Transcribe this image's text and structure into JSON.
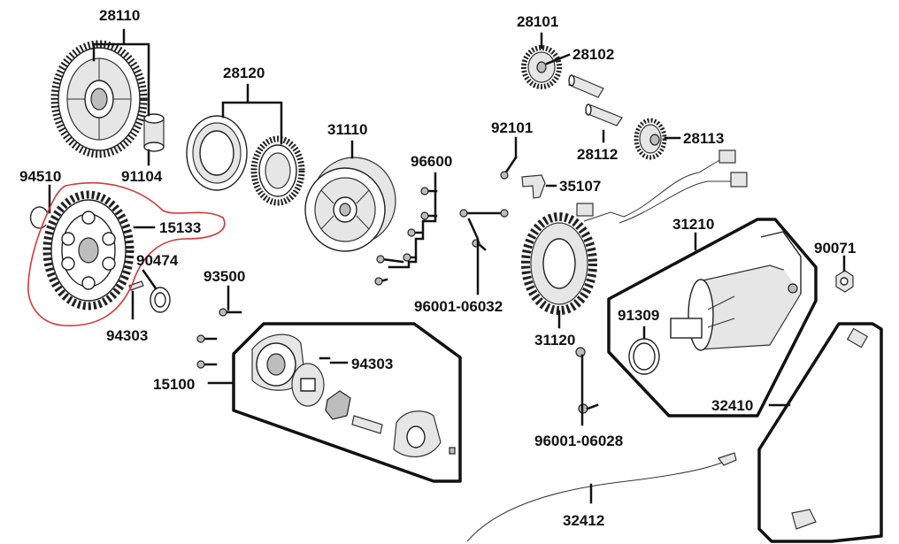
{
  "labels": {
    "p28110": "28110",
    "p28120": "28120",
    "p31110": "31110",
    "p28101": "28101",
    "p28102": "28102",
    "p92101": "92101",
    "p28112": "28112",
    "p28113": "28113",
    "p96600": "96600",
    "p35107": "35107",
    "p94510": "94510",
    "p91104": "91104",
    "p15133": "15133",
    "p90474": "90474",
    "p94303a": "94303",
    "p93500": "93500",
    "p94303b": "94303",
    "p15100": "15100",
    "p96001_06032": "96001-06032",
    "p31120": "31120",
    "p31210": "31210",
    "p90071": "90071",
    "p91309": "91309",
    "p96001_06028": "96001-06028",
    "p32410": "32410",
    "p32412": "32412"
  },
  "colors": {
    "line": "#111111",
    "highlight": "#d23a3a",
    "background": "#ffffff"
  }
}
